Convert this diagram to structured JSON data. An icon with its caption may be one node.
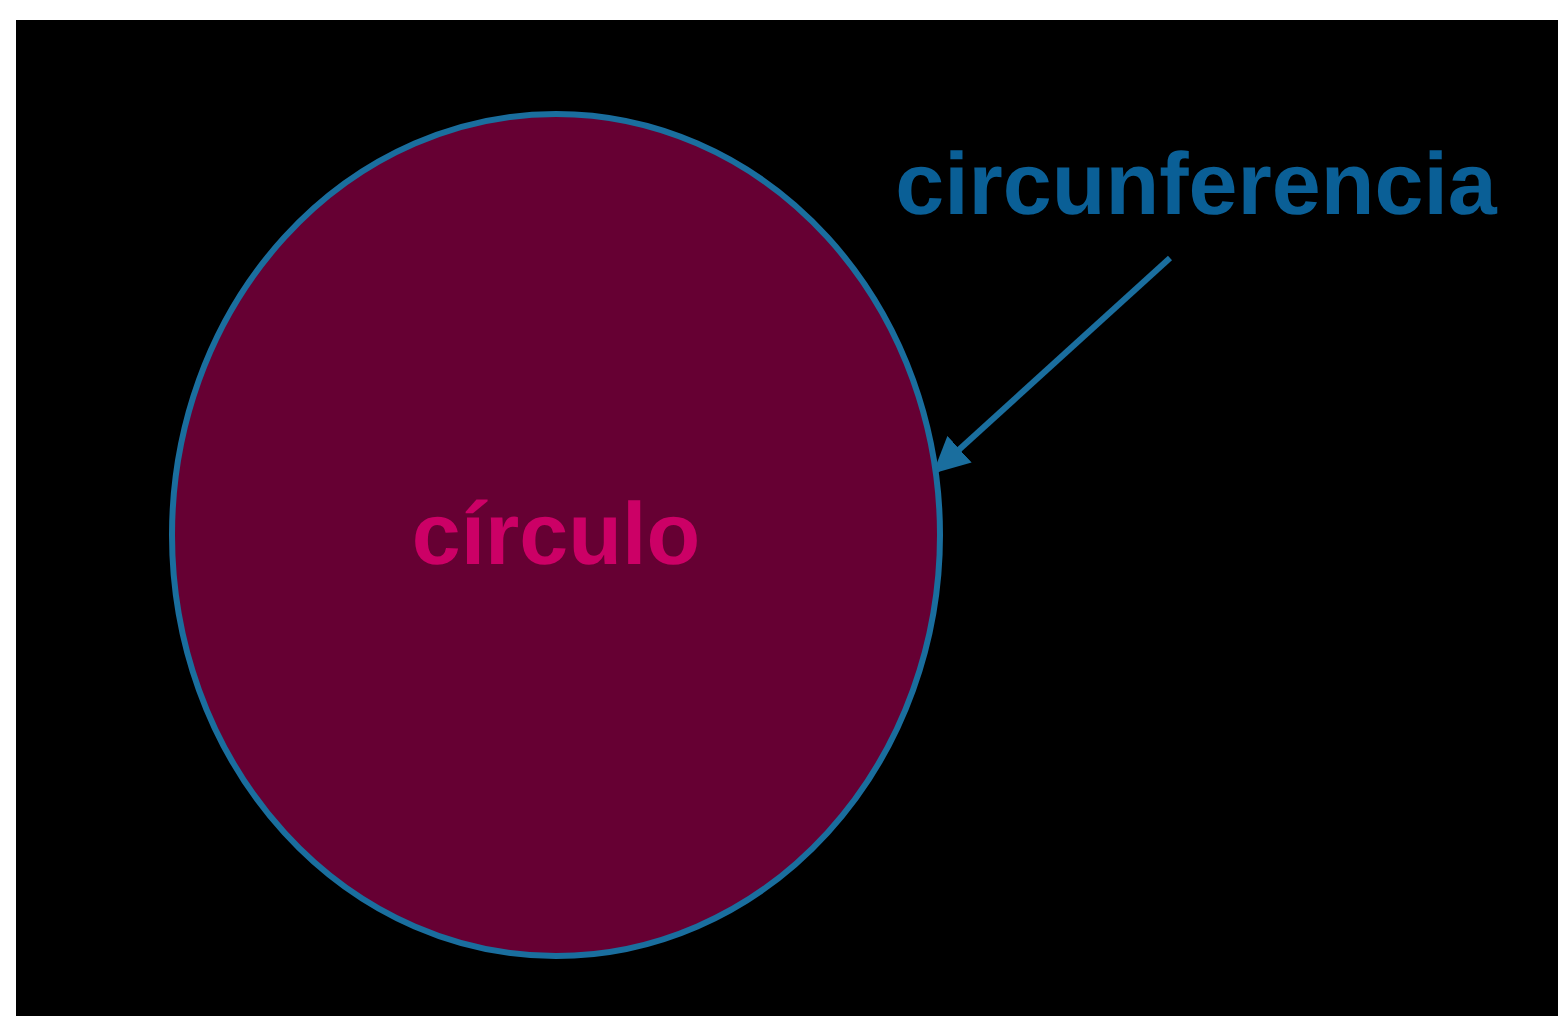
{
  "diagram": {
    "nodes": [
      {
        "text": [
          "círculo"
        ]
      },
      {
        "text": [
          "circunferencia"
        ]
      }
    ],
    "edges": [
      {
        "from": 1,
        "to": 0,
        "arrow": "to"
      }
    ]
  }
}
